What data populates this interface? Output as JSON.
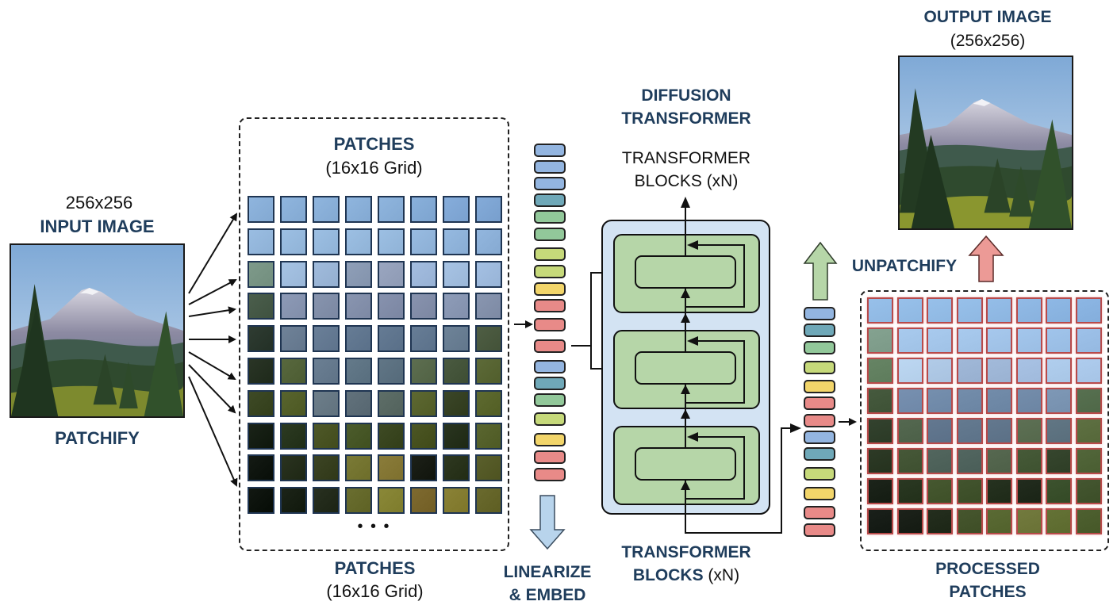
{
  "input": {
    "size_label": "256x256",
    "title": "INPUT IMAGE",
    "action": "PATCHIFY"
  },
  "patches_panel": {
    "title": "PATCHES",
    "subtitle": "(16x16 Grid)",
    "ellipsis": "• • •",
    "footer_title": "PATCHES",
    "footer_subtitle": "(16x16 Grid)",
    "visible_rows": 10,
    "visible_cols": 8
  },
  "embed": {
    "label_line1": "LINEARIZE",
    "label_line2": "& EMBED",
    "arrow_color": "#b8d4ec"
  },
  "transformer": {
    "title_line1": "DIFFUSION",
    "title_line2": "TRANSFORMER",
    "top_label_line1": "TRANSFORMER",
    "top_label_line2": "BLOCKS (xN)",
    "bottom_label_line1": "TRANSFORMER",
    "bottom_label_line2": "BLOCKS",
    "bottom_label_suffix": "(xN)",
    "block_count": 3,
    "outer_fill": "#d3e3f3",
    "block_fill": "#b6d6a8"
  },
  "unpatchify": {
    "label": "UNPATCHIFY",
    "left_arrow_color": "#b6d6a8",
    "right_arrow_color": "#ec9a96"
  },
  "processed": {
    "title_line1": "PROCESSED",
    "title_line2": "PATCHES",
    "rows": 8,
    "cols": 8
  },
  "output": {
    "title": "OUTPUT IMAGE",
    "size_label": "(256x256)"
  },
  "token_colors": {
    "blue": "#93b5e0",
    "teal": "#6fa8b8",
    "green": "#92c89a",
    "lime": "#c6d97a",
    "yellow": "#f2d56a",
    "red": "#e88a88"
  },
  "input_tokens": [
    "blue",
    "blue",
    "blue",
    "teal",
    "green",
    "green",
    "lime",
    "lime",
    "yellow",
    "red",
    "red",
    "red",
    "blue",
    "teal",
    "green",
    "lime",
    "yellow",
    "red",
    "red"
  ],
  "output_tokens": [
    "blue",
    "teal",
    "green",
    "lime",
    "yellow",
    "red",
    "red",
    "blue",
    "teal",
    "lime",
    "yellow",
    "red",
    "red"
  ]
}
